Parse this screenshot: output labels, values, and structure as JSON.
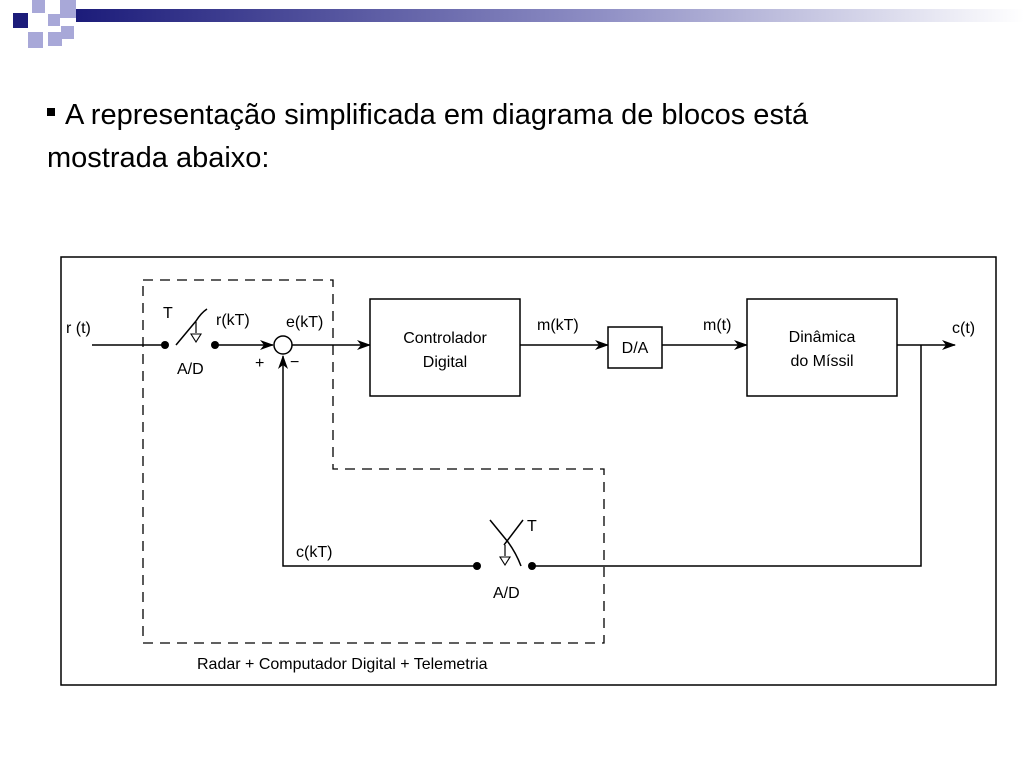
{
  "slide": {
    "bullet_line1": "A representação simplificada em diagrama de blocos está",
    "bullet_line2": "mostrada abaixo:"
  },
  "diagram": {
    "signals": {
      "input": "r (t)",
      "sampled_ref": "r(kT)",
      "error": "e(kT)",
      "controller_out": "m(kT)",
      "da_out": "m(t)",
      "output": "c(t)",
      "feedback": "c(kT)"
    },
    "blocks": {
      "controller_line1": "Controlador",
      "controller_line2": "Digital",
      "da": "D/A",
      "plant_line1": "Dinâmica",
      "plant_line2": "do Míssil"
    },
    "samplers": {
      "top_period": "T",
      "top_label": "A/D",
      "bottom_period": "T",
      "bottom_label": "A/D"
    },
    "summing_junction": {
      "plus": "+",
      "minus": "−"
    },
    "dashed_region_label": "Radar + Computador Digital + Telemetria"
  },
  "colors": {
    "deco_navy": "#1c1c7a",
    "deco_lavender": "#a8a8d8"
  }
}
